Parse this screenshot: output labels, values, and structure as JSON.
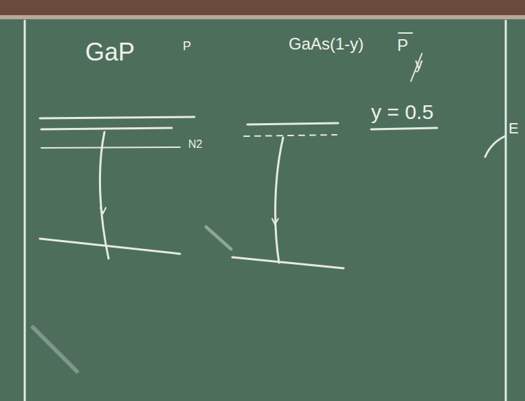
{
  "diagram": {
    "labels": [
      "GaP",
      "P",
      "GaAs(1-y)",
      "P",
      "y",
      "y = 0.5",
      "N2",
      "E"
    ]
  }
}
